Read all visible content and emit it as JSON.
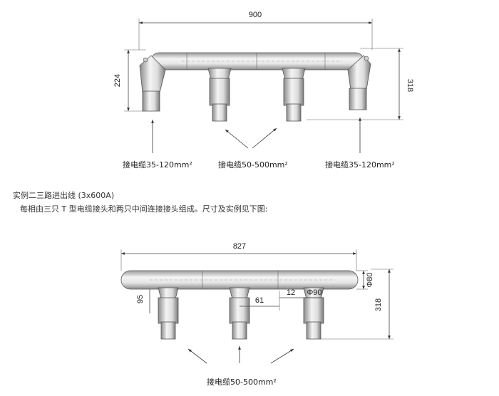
{
  "figure1": {
    "dim_width": "900",
    "dim_height_left": "224",
    "dim_height_right": "318",
    "label_left": "接电缆35-120mm²",
    "label_middle": "接电缆50-500mm²",
    "label_right": "接电缆35-120mm²"
  },
  "text": {
    "line1": "实例二三路进出线 (3x600A)",
    "line2": "每相由三只 T 型电缆接头和两只中间连接接头组成。尺寸及实例见下图:"
  },
  "figure2": {
    "dim_width": "827",
    "dim_dia_bus": "Φ80",
    "dim_height_right": "318",
    "dim_95": "95",
    "dim_61": "61",
    "dim_12": "12",
    "dim_dia_body": "Φ90",
    "label_bottom": "接电缆50-500mm²"
  }
}
